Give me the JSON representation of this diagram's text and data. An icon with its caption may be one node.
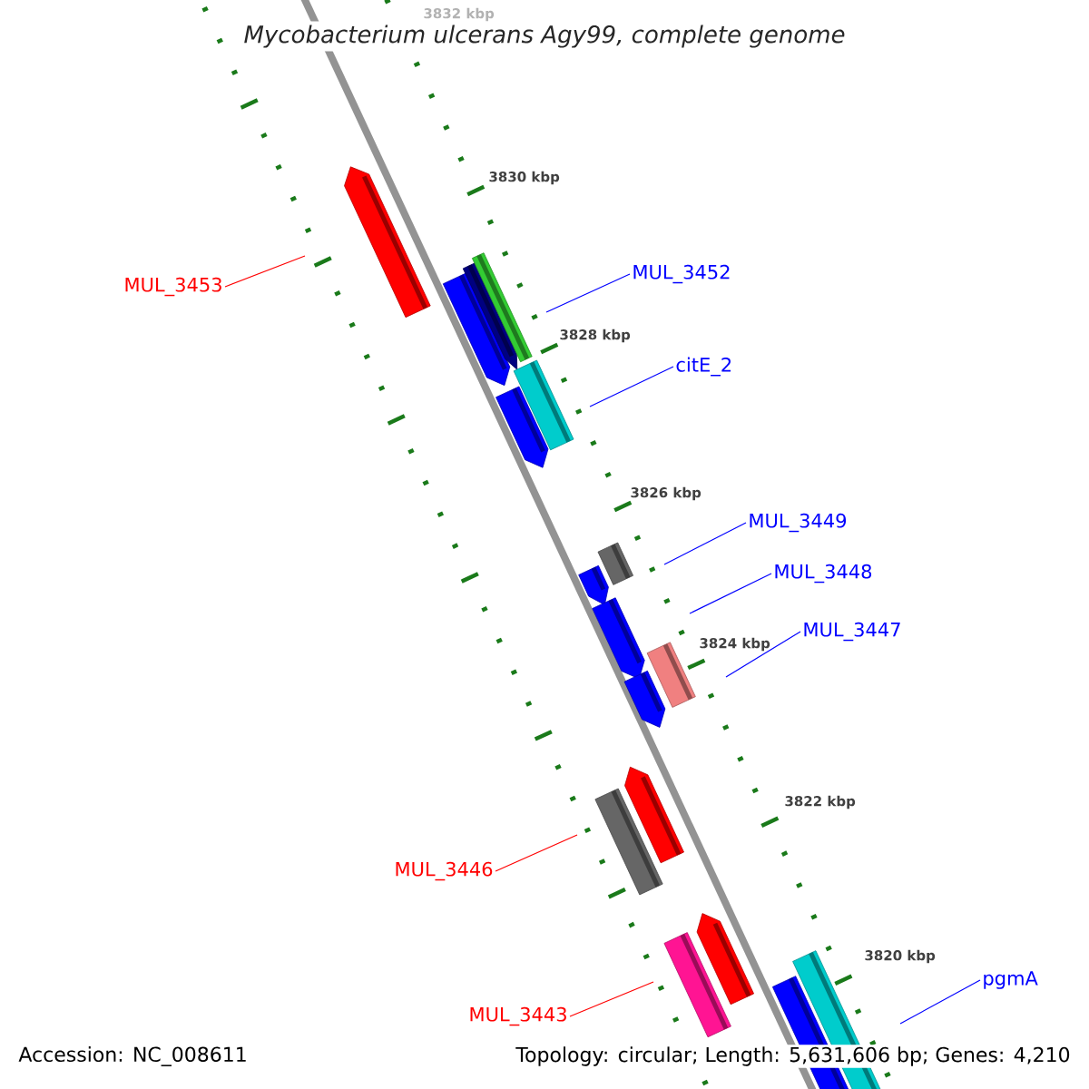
{
  "diagram": {
    "title": "Mycobacterium ulcerans Agy99, complete genome",
    "nodes": [
      {
        "text": [
          "MUL_3453"
        ]
      },
      {
        "text": [
          "MUL_3452"
        ]
      },
      {
        "text": [
          "citE_2"
        ]
      },
      {
        "text": [
          "MUL_3449"
        ]
      },
      {
        "text": [
          "MUL_3448"
        ]
      },
      {
        "text": [
          "MUL_3447"
        ]
      },
      {
        "text": [
          "MUL_3446"
        ]
      },
      {
        "text": [
          "MUL_3443"
        ]
      },
      {
        "text": [
          "pgmA"
        ]
      }
    ],
    "edges": [
      {
        "from": 0,
        "to": null,
        "arrow": "none",
        "color": "#ff0000"
      },
      {
        "from": 1,
        "to": null,
        "arrow": "none"
      },
      {
        "from": 2,
        "to": null,
        "arrow": "none"
      },
      {
        "from": 3,
        "to": null,
        "arrow": "none"
      },
      {
        "from": 4,
        "to": null,
        "arrow": "none"
      },
      {
        "from": 5,
        "to": null,
        "arrow": "none"
      },
      {
        "from": 6,
        "to": null,
        "arrow": "none",
        "color": "#ff0000"
      },
      {
        "from": 7,
        "to": null,
        "arrow": "none",
        "color": "#ff0000"
      },
      {
        "from": 8,
        "to": null,
        "arrow": "none"
      }
    ],
    "labels": [
      "3832 kbp",
      "3830 kbp",
      "3828 kbp",
      "3826 kbp",
      "3824 kbp",
      "3822 kbp",
      "3820 kbp",
      "Accession: NC_008611",
      "Topology: circular; Length: 5,631,606 bp; Genes: 4,210"
    ]
  }
}
